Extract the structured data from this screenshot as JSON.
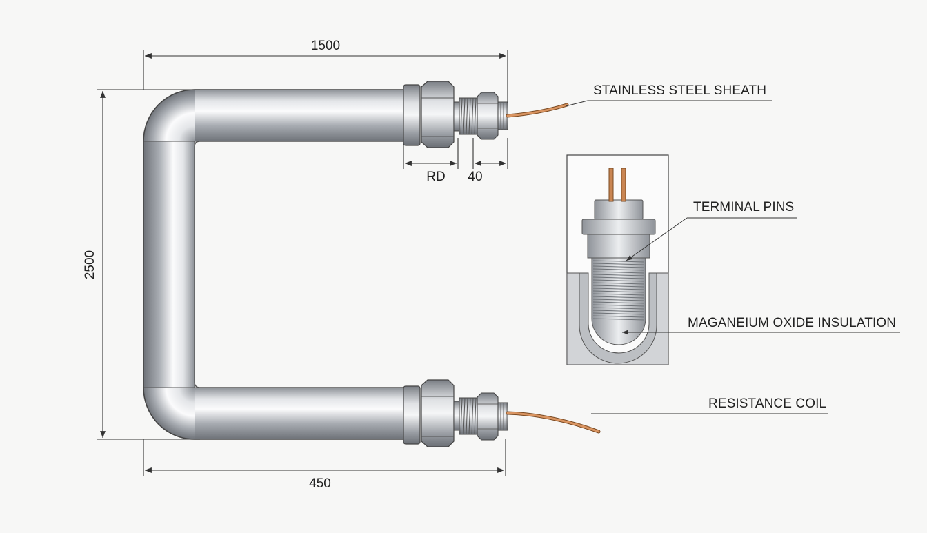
{
  "dimensions": {
    "top_width": "1500",
    "height": "2500",
    "bottom_width": "450",
    "rd": "RD",
    "fitting_length": "40"
  },
  "labels": {
    "sheath": "STAINLESS STEEL SHEATH",
    "terminal_pins": "TERMINAL PINS",
    "insulation": "MAGANEIUM OXIDE INSULATION",
    "coil": "RESISTANCE COIL"
  },
  "colors": {
    "steel": "#a9adb2",
    "copper": "#c98552",
    "line": "#333333"
  }
}
